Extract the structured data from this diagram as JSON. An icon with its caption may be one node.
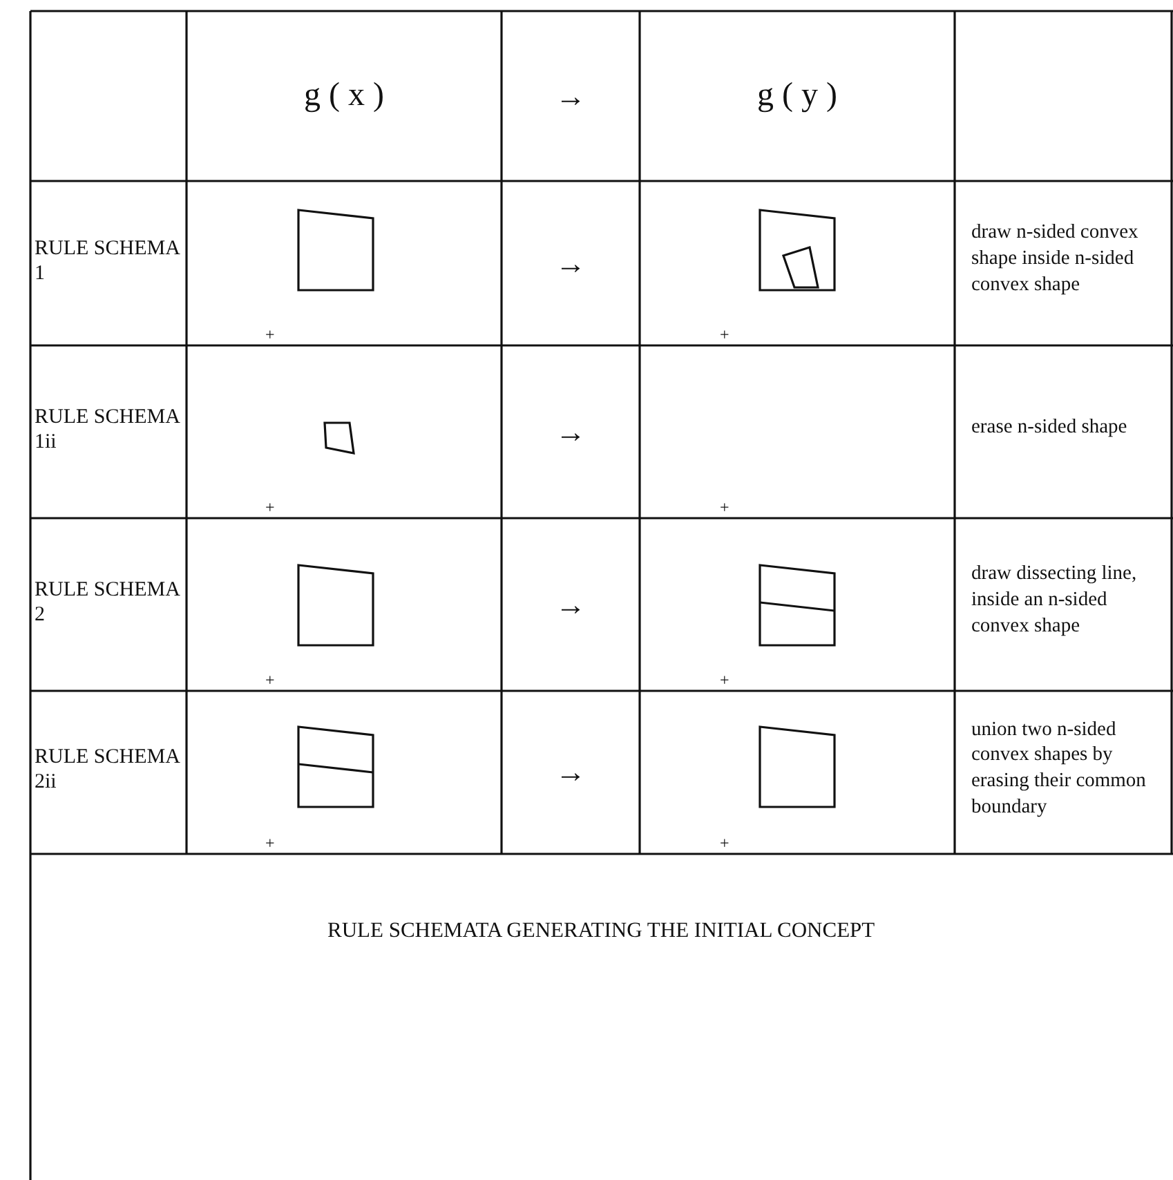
{
  "diagram": {
    "caption": "RULE SCHEMATA GENERATING THE INITIAL CONCEPT",
    "labels": [
      "g ( x )",
      "→",
      "g ( y )",
      "RULE SCHEMA 1",
      "+",
      "→",
      "+",
      "draw n-sided convex shape inside n-sided convex shape",
      "RULE SCHEMA 1ii",
      "+",
      "→",
      "+",
      "erase n-sided shape",
      "RULE SCHEMA 2",
      "+",
      "→",
      "+",
      "draw dissecting line, inside an n-sided convex shape",
      "RULE SCHEMA 2ii",
      "+",
      "→",
      "+",
      "union two n-sided convex shapes by erasing their common boundary"
    ]
  }
}
